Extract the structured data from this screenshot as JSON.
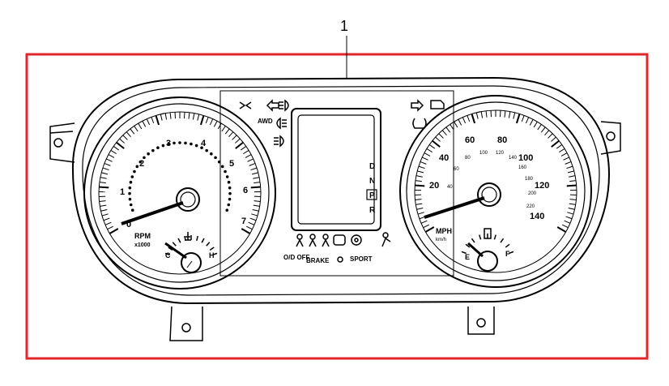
{
  "callout": {
    "number": "1",
    "target": "instrument-cluster"
  },
  "colors": {
    "frame": "#e0262b",
    "line": "#000000",
    "background": "#ffffff"
  },
  "tachometer": {
    "label": "RPM",
    "sublabel": "x1000",
    "ticks": [
      "0",
      "1",
      "2",
      "3",
      "4",
      "5",
      "6",
      "7"
    ],
    "temp_gauge": {
      "low": "C",
      "high": "H",
      "icon": "coolant-temp-icon"
    }
  },
  "speedometer": {
    "label": "MPH",
    "sublabel": "km/h",
    "major_ticks": [
      "20",
      "40",
      "60",
      "80",
      "100",
      "120",
      "140"
    ],
    "minor_ticks": [
      "40",
      "60",
      "80",
      "100",
      "120",
      "140",
      "160",
      "180",
      "200",
      "220"
    ],
    "fuel_gauge": {
      "low": "E",
      "high": "F",
      "icon": "fuel-pump-icon"
    }
  },
  "gear_indicator": [
    "D",
    "N",
    "P",
    "R"
  ],
  "indicators": {
    "left_top": [
      "parking-lights-icon",
      "turn-left-icon",
      "front-fog-icon"
    ],
    "awd": "AWD",
    "left_mid": "rear-fog-icon",
    "left_low": "high-beam-icon",
    "right_top": [
      "turn-right-icon",
      "check-engine-icon"
    ],
    "right_mid": "tire-pressure-icon",
    "bottom_row": [
      "seatbelt-icon",
      "passenger-seatbelt-icon",
      "security-icon",
      "battery-icon",
      "brake-warning-icon",
      "airbag-icon"
    ]
  },
  "bottom_labels": {
    "od_off": "O/D OFF",
    "brake": "BRAKE",
    "sport": "SPORT"
  }
}
